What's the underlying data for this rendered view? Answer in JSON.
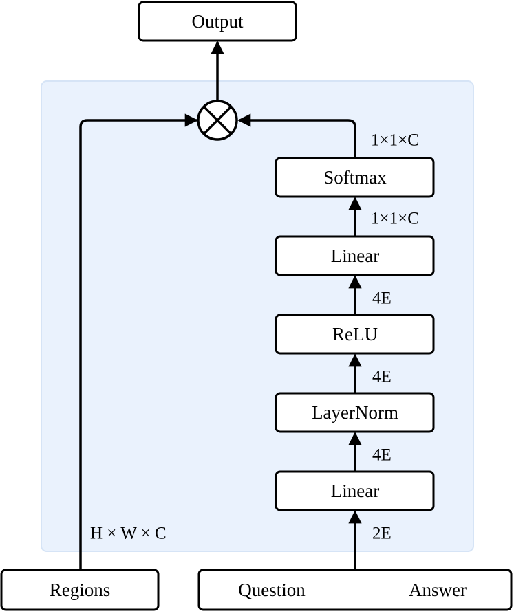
{
  "colors": {
    "panel_fill": "#eaf2fd",
    "panel_stroke": "#d6e4f6",
    "box_fill": "#ffffff",
    "stroke": "#000000"
  },
  "nodes": {
    "output": "Output",
    "softmax": "Softmax",
    "linear_top": "Linear",
    "relu": "ReLU",
    "layernorm": "LayerNorm",
    "linear_bottom": "Linear",
    "regions": "Regions",
    "question": "Question",
    "answer": "Answer"
  },
  "operator": {
    "icon": "multiply-circle-icon"
  },
  "dims": {
    "softmax_out": "1×1×C",
    "linear_top_out": "1×1×C",
    "relu_out": "4E",
    "layernorm_out": "4E",
    "linear_bottom_out": "4E",
    "qa_in": "2E",
    "regions_in": "H × W × C"
  }
}
